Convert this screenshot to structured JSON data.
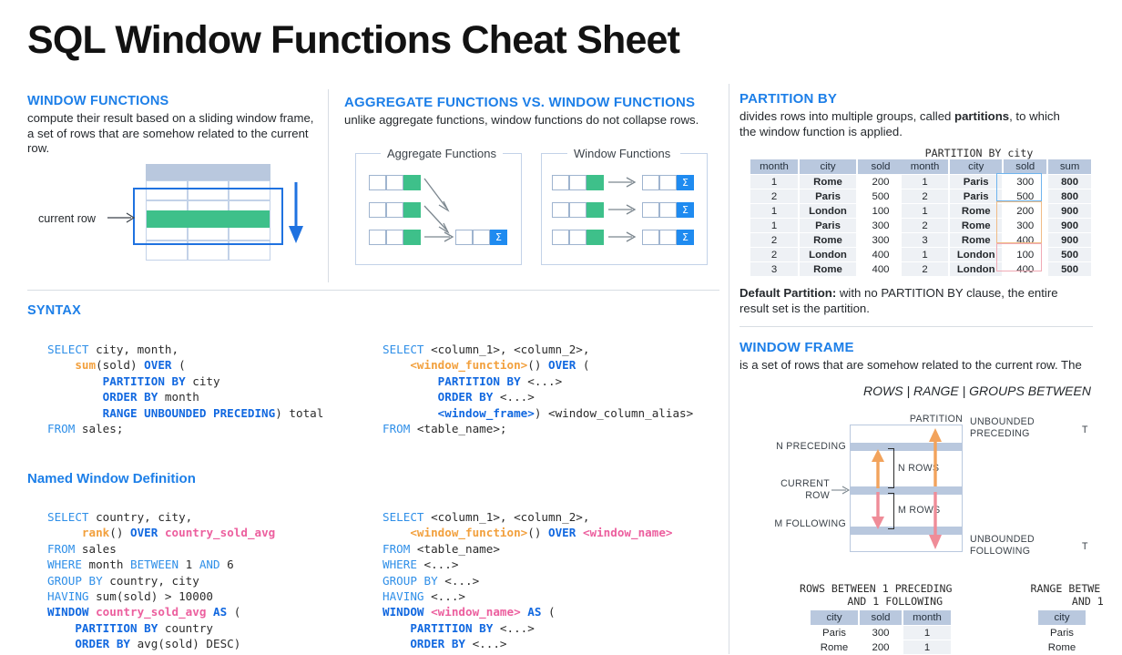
{
  "title": "SQL Window Functions Cheat Sheet",
  "window_functions": {
    "heading": "WINDOW FUNCTIONS",
    "body": "compute their result based on a sliding window frame, a set of rows that are somehow related to the current row.",
    "current_row_label": "current row"
  },
  "aggregate_vs_window": {
    "heading": "AGGREGATE FUNCTIONS VS. WINDOW FUNCTIONS",
    "body": "unlike aggregate functions, window functions do not collapse rows.",
    "left_box_title": "Aggregate Functions",
    "right_box_title": "Window Functions",
    "sigma": "Σ"
  },
  "syntax": {
    "heading": "SYNTAX",
    "left_code": [
      [
        {
          "t": "SELECT",
          "c": "kw"
        },
        {
          "t": " city, month,",
          "c": "pl"
        }
      ],
      [
        {
          "t": "    ",
          "c": "pl"
        },
        {
          "t": "sum",
          "c": "fn"
        },
        {
          "t": "(sold) ",
          "c": "pl"
        },
        {
          "t": "OVER",
          "c": "kwb"
        },
        {
          "t": " (",
          "c": "pl"
        }
      ],
      [
        {
          "t": "        ",
          "c": "pl"
        },
        {
          "t": "PARTITION BY",
          "c": "kwb"
        },
        {
          "t": " city",
          "c": "pl"
        }
      ],
      [
        {
          "t": "        ",
          "c": "pl"
        },
        {
          "t": "ORDER BY",
          "c": "kwb"
        },
        {
          "t": " month",
          "c": "pl"
        }
      ],
      [
        {
          "t": "        ",
          "c": "pl"
        },
        {
          "t": "RANGE UNBOUNDED PRECEDING",
          "c": "kwb"
        },
        {
          "t": ") total",
          "c": "pl"
        }
      ],
      [
        {
          "t": "FROM",
          "c": "kw"
        },
        {
          "t": " sales;",
          "c": "pl"
        }
      ]
    ],
    "right_code": [
      [
        {
          "t": "SELECT",
          "c": "kw"
        },
        {
          "t": " <column_1>, <column_2>,",
          "c": "pl"
        }
      ],
      [
        {
          "t": "    ",
          "c": "pl"
        },
        {
          "t": "<window_function>",
          "c": "fn"
        },
        {
          "t": "() ",
          "c": "pl"
        },
        {
          "t": "OVER",
          "c": "kwb"
        },
        {
          "t": " (",
          "c": "pl"
        }
      ],
      [
        {
          "t": "        ",
          "c": "pl"
        },
        {
          "t": "PARTITION BY",
          "c": "kwb"
        },
        {
          "t": " <...>",
          "c": "pl"
        }
      ],
      [
        {
          "t": "        ",
          "c": "pl"
        },
        {
          "t": "ORDER BY",
          "c": "kwb"
        },
        {
          "t": " <...>",
          "c": "pl"
        }
      ],
      [
        {
          "t": "        ",
          "c": "pl"
        },
        {
          "t": "<window_frame>",
          "c": "kwb"
        },
        {
          "t": ") <window_column_alias>",
          "c": "pl"
        }
      ],
      [
        {
          "t": "FROM",
          "c": "kw"
        },
        {
          "t": " <table_name>;",
          "c": "pl"
        }
      ]
    ]
  },
  "named_window": {
    "heading": "Named Window Definition",
    "left_code": [
      [
        {
          "t": "SELECT",
          "c": "kw"
        },
        {
          "t": " country, city,",
          "c": "pl"
        }
      ],
      [
        {
          "t": "     ",
          "c": "pl"
        },
        {
          "t": "rank",
          "c": "fn"
        },
        {
          "t": "() ",
          "c": "pl"
        },
        {
          "t": "OVER",
          "c": "kwb"
        },
        {
          "t": " ",
          "c": "pl"
        },
        {
          "t": "country_sold_avg",
          "c": "nm"
        }
      ],
      [
        {
          "t": "FROM",
          "c": "kw"
        },
        {
          "t": " sales",
          "c": "pl"
        }
      ],
      [
        {
          "t": "WHERE",
          "c": "kw"
        },
        {
          "t": " month ",
          "c": "pl"
        },
        {
          "t": "BETWEEN",
          "c": "kw"
        },
        {
          "t": " 1 ",
          "c": "pl"
        },
        {
          "t": "AND",
          "c": "kw"
        },
        {
          "t": " 6",
          "c": "pl"
        }
      ],
      [
        {
          "t": "GROUP BY",
          "c": "kw"
        },
        {
          "t": " country, city",
          "c": "pl"
        }
      ],
      [
        {
          "t": "HAVING",
          "c": "kw"
        },
        {
          "t": " sum(sold) > 10000",
          "c": "pl"
        }
      ],
      [
        {
          "t": "WINDOW",
          "c": "kwb"
        },
        {
          "t": " ",
          "c": "pl"
        },
        {
          "t": "country_sold_avg",
          "c": "nm"
        },
        {
          "t": " ",
          "c": "pl"
        },
        {
          "t": "AS",
          "c": "kwb"
        },
        {
          "t": " (",
          "c": "pl"
        }
      ],
      [
        {
          "t": "    ",
          "c": "pl"
        },
        {
          "t": "PARTITION BY",
          "c": "kwb"
        },
        {
          "t": " country",
          "c": "pl"
        }
      ],
      [
        {
          "t": "    ",
          "c": "pl"
        },
        {
          "t": "ORDER BY",
          "c": "kwb"
        },
        {
          "t": " avg(sold) DESC)",
          "c": "pl"
        }
      ]
    ],
    "right_code": [
      [
        {
          "t": "SELECT",
          "c": "kw"
        },
        {
          "t": " <column_1>, <column_2>,",
          "c": "pl"
        }
      ],
      [
        {
          "t": "    ",
          "c": "pl"
        },
        {
          "t": "<window_function>",
          "c": "fn"
        },
        {
          "t": "() ",
          "c": "pl"
        },
        {
          "t": "OVER",
          "c": "kwb"
        },
        {
          "t": " ",
          "c": "pl"
        },
        {
          "t": "<window_name>",
          "c": "nm"
        }
      ],
      [
        {
          "t": "FROM",
          "c": "kw"
        },
        {
          "t": " <table_name>",
          "c": "pl"
        }
      ],
      [
        {
          "t": "WHERE",
          "c": "kw"
        },
        {
          "t": " <...>",
          "c": "pl"
        }
      ],
      [
        {
          "t": "GROUP BY",
          "c": "kw"
        },
        {
          "t": " <...>",
          "c": "pl"
        }
      ],
      [
        {
          "t": "HAVING",
          "c": "kw"
        },
        {
          "t": " <...>",
          "c": "pl"
        }
      ],
      [
        {
          "t": "WINDOW",
          "c": "kwb"
        },
        {
          "t": " ",
          "c": "pl"
        },
        {
          "t": "<window_name>",
          "c": "nm"
        },
        {
          "t": " ",
          "c": "pl"
        },
        {
          "t": "AS",
          "c": "kwb"
        },
        {
          "t": " (",
          "c": "pl"
        }
      ],
      [
        {
          "t": "    ",
          "c": "pl"
        },
        {
          "t": "PARTITION BY",
          "c": "kwb"
        },
        {
          "t": " <...>",
          "c": "pl"
        }
      ],
      [
        {
          "t": "    ",
          "c": "pl"
        },
        {
          "t": "ORDER BY",
          "c": "kwb"
        },
        {
          "t": " <...>",
          "c": "pl"
        }
      ]
    ]
  },
  "partition_by": {
    "heading": "PARTITION BY",
    "body_pre": "divides rows into multiple groups, called ",
    "body_bold": "partitions",
    "body_post": ", to which the window function is applied.",
    "caption": "PARTITION BY city",
    "default_bold": "Default Partition:",
    "default_rest": " with no PARTITION BY clause, the entire result set is the partition.",
    "left_table": {
      "headers": [
        "month",
        "city",
        "sold"
      ],
      "rows": [
        {
          "month": "1",
          "city": "Rome",
          "cls": "rome",
          "sold": "200"
        },
        {
          "month": "2",
          "city": "Paris",
          "cls": "paris",
          "sold": "500"
        },
        {
          "month": "1",
          "city": "London",
          "cls": "london",
          "sold": "100"
        },
        {
          "month": "1",
          "city": "Paris",
          "cls": "paris",
          "sold": "300"
        },
        {
          "month": "2",
          "city": "Rome",
          "cls": "rome",
          "sold": "300"
        },
        {
          "month": "2",
          "city": "London",
          "cls": "london",
          "sold": "400"
        },
        {
          "month": "3",
          "city": "Rome",
          "cls": "rome",
          "sold": "400"
        }
      ]
    },
    "right_table": {
      "headers": [
        "month",
        "city",
        "sold",
        "sum"
      ],
      "rows": [
        {
          "month": "1",
          "city": "Paris",
          "cls": "paris",
          "sold": "300",
          "sum": "800",
          "scls": "sumP"
        },
        {
          "month": "2",
          "city": "Paris",
          "cls": "paris",
          "sold": "500",
          "sum": "800",
          "scls": "sumP"
        },
        {
          "month": "1",
          "city": "Rome",
          "cls": "rome",
          "sold": "200",
          "sum": "900",
          "scls": "sumR"
        },
        {
          "month": "2",
          "city": "Rome",
          "cls": "rome",
          "sold": "300",
          "sum": "900",
          "scls": "sumR"
        },
        {
          "month": "3",
          "city": "Rome",
          "cls": "rome",
          "sold": "400",
          "sum": "900",
          "scls": "sumR"
        },
        {
          "month": "1",
          "city": "London",
          "cls": "london",
          "sold": "100",
          "sum": "500",
          "scls": "sumL"
        },
        {
          "month": "2",
          "city": "London",
          "cls": "london",
          "sold": "400",
          "sum": "500",
          "scls": "sumL"
        }
      ]
    }
  },
  "window_frame": {
    "heading": "WINDOW FRAME",
    "body": "is a set of rows that are somehow related to the current row. The",
    "formula": "ROWS | RANGE | GROUPS BETWEEN",
    "diagram": {
      "partition_label": "PARTITION",
      "n_preceding": "N PRECEDING",
      "current_row": "CURRENT\nROW",
      "m_following": "M FOLLOWING",
      "n_rows": "N ROWS",
      "m_rows": "M ROWS",
      "unbounded_preceding": "UNBOUNDED\nPRECEDING",
      "unbounded_following": "UNBOUNDED\nFOLLOWING",
      "edge_marker": "T"
    },
    "rows_example": {
      "caption": "ROWS BETWEEN 1 PRECEDING\n      AND 1 FOLLOWING",
      "headers": [
        "city",
        "sold",
        "month"
      ],
      "rows": [
        {
          "city": "Paris",
          "sold": "300",
          "month": "1"
        },
        {
          "city": "Rome",
          "sold": "200",
          "month": "1"
        }
      ]
    },
    "range_example": {
      "caption": "RANGE BETWE\n       AND 1",
      "headers": [
        "city"
      ],
      "rows": [
        {
          "city": "Paris"
        },
        {
          "city": "Rome"
        }
      ]
    }
  }
}
